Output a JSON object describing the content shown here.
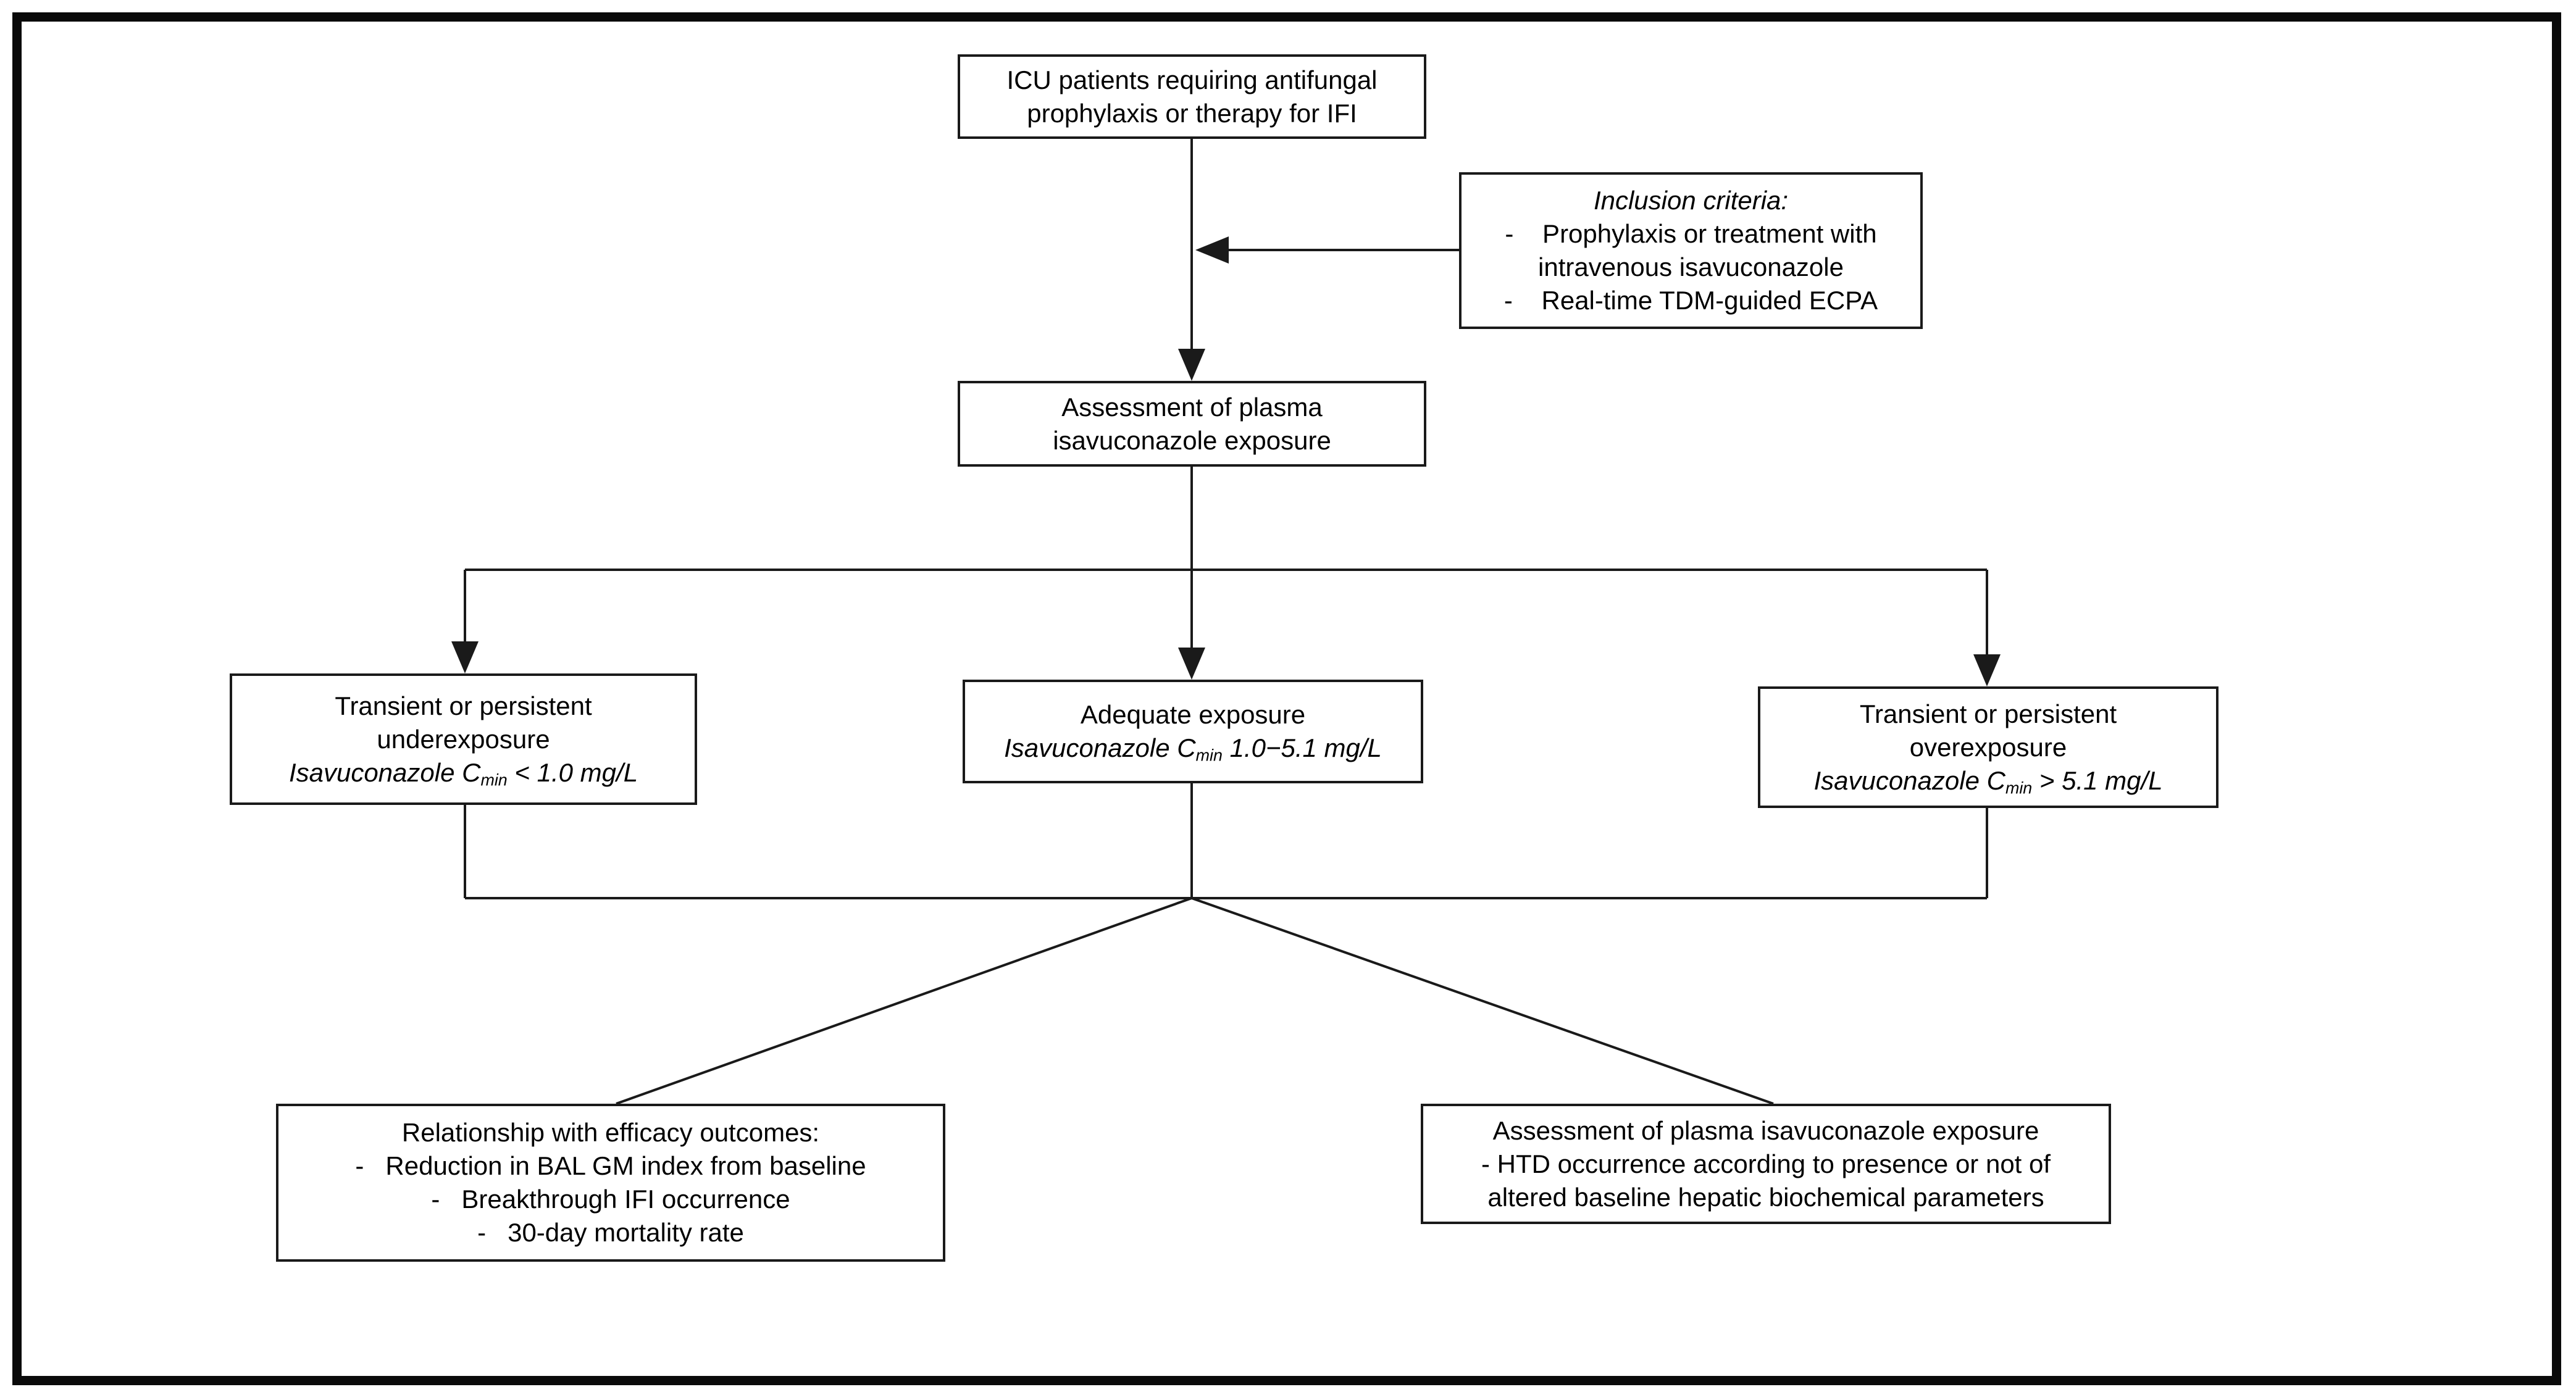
{
  "diagram": {
    "title": "ICU isavuconazole TDM study flowchart",
    "boxes": {
      "icu": {
        "lines": [
          "ICU patients requiring antifungal",
          "prophylaxis or therapy for IFI"
        ]
      },
      "inclusion": {
        "title": "Inclusion criteria:",
        "lines": [
          "-    Prophylaxis or treatment with",
          "intravenous isavuconazole",
          "-    Real-time TDM-guided ECPA"
        ]
      },
      "assessment": {
        "lines": [
          "Assessment of plasma",
          "isavuconazole exposure"
        ]
      },
      "underexposure": {
        "lines": [
          "Transient or persistent",
          "underexposure"
        ],
        "formula": {
          "pre": "Isavuconazole C",
          "sub": "min",
          "post": " < 1.0 mg/L"
        }
      },
      "adequate": {
        "lines": [
          "Adequate exposure"
        ],
        "formula": {
          "pre": "Isavuconazole C",
          "sub": "min",
          "post": " 1.0−5.1 mg/L"
        }
      },
      "overexposure": {
        "lines": [
          "Transient or persistent",
          "overexposure"
        ],
        "formula": {
          "pre": "Isavuconazole C",
          "sub": "min",
          "post": " > 5.1 mg/L"
        }
      },
      "efficacy": {
        "lines": [
          "Relationship with efficacy outcomes:",
          "-   Reduction in BAL GM index from baseline",
          "-   Breakthrough IFI occurrence",
          "-   30-day mortality rate"
        ]
      },
      "htd": {
        "lines": [
          "Assessment of plasma isavuconazole exposure",
          "- HTD occurrence according to presence or not of",
          "altered baseline hepatic biochemical parameters"
        ]
      }
    },
    "colors": {
      "line": "#1a1a1a",
      "box_border": "#1a1a1a",
      "background": "#ffffff",
      "text": "#000000"
    }
  }
}
